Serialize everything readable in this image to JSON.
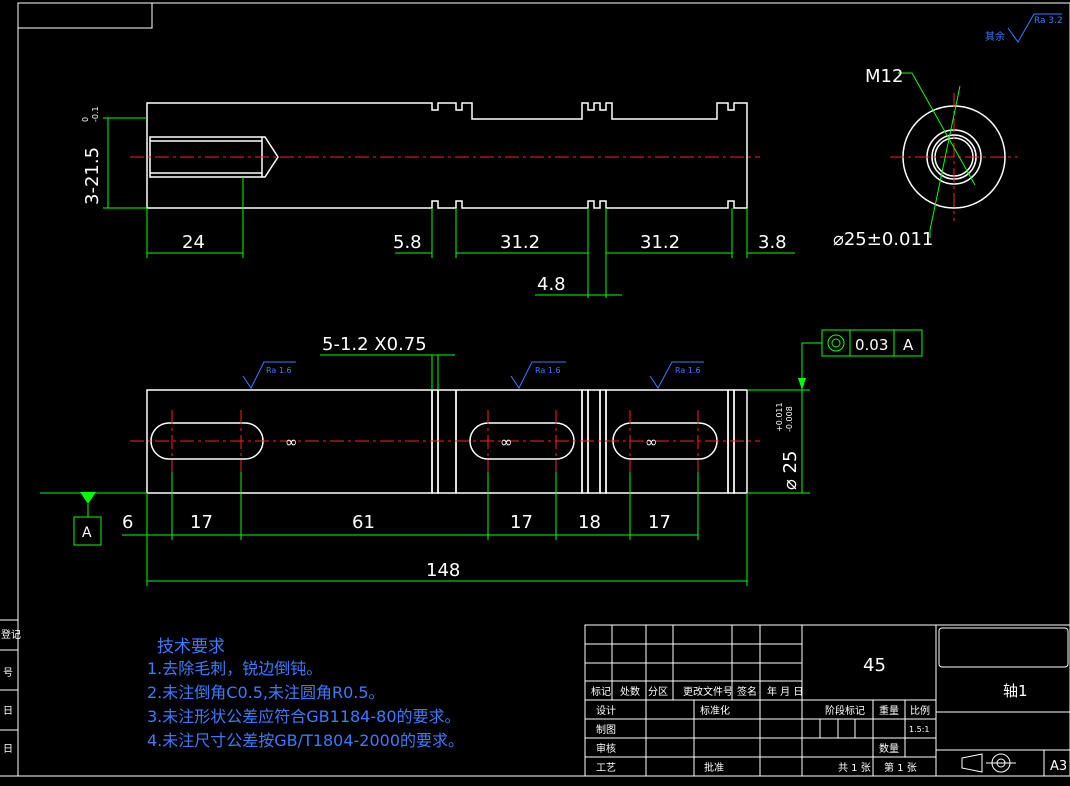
{
  "drawing": {
    "top_view_dims": {
      "d24": "24",
      "d5_8": "5.8",
      "d31_2_a": "31.2",
      "d31_2_b": "31.2",
      "d3_8": "3.8",
      "d4_8": "4.8",
      "left_vertical": "3-21.5",
      "left_tol_upper": "0",
      "left_tol_lower": "-0.1"
    },
    "end_view": {
      "thread_label": "M12",
      "diameter_label": "⌀25±0.011"
    },
    "front_view_dims": {
      "groove": "5-1.2 X0.75",
      "d6": "6",
      "d17_a": "17",
      "d61": "61",
      "d17_b": "17",
      "d18": "18",
      "d17_c": "17",
      "d148": "148",
      "dia": "⌀ 25",
      "dia_tol_upper": "+0.011",
      "dia_tol_lower": "-0.008",
      "datum": "A"
    },
    "roughness": {
      "r1": "Ra 1.6",
      "r2": "Ra 1.6",
      "r3": "Ra 1.6",
      "rest_label": "其余",
      "rest_value": "Ra 3.2"
    },
    "tolerance_frame": {
      "symbol": "◎",
      "value": "0.03",
      "datum": "A"
    },
    "notes": {
      "title": "技术要求",
      "items": [
        "1.去除毛刺，锐边倒钝。",
        "2.未注倒角C0.5,未注圆角R0.5。",
        "3.未注形状公差应符合GB1184-80的要求。",
        "4.未注尺寸公差按GB/T1804-2000的要求。"
      ]
    },
    "title_block": {
      "material": "45",
      "part_name": "轴1",
      "sheet_size": "A3",
      "header_labels": [
        "标记",
        "处数",
        "分区",
        "更改文件号",
        "签名",
        "年 月 日"
      ],
      "row_design": "设计",
      "row_standard": "标准化",
      "row_draw": "制图",
      "row_review": "审核",
      "row_process": "工艺",
      "row_approve": "批准",
      "stage_mark": "阶段标记",
      "weight": "重量",
      "scale": "比例",
      "scale_value": "1.5:1",
      "quantity": "数量",
      "total_sheets": "共 1 张",
      "sheet_no": "第 1 张"
    },
    "left_strip": [
      "登记",
      "号",
      "日",
      "日"
    ]
  }
}
